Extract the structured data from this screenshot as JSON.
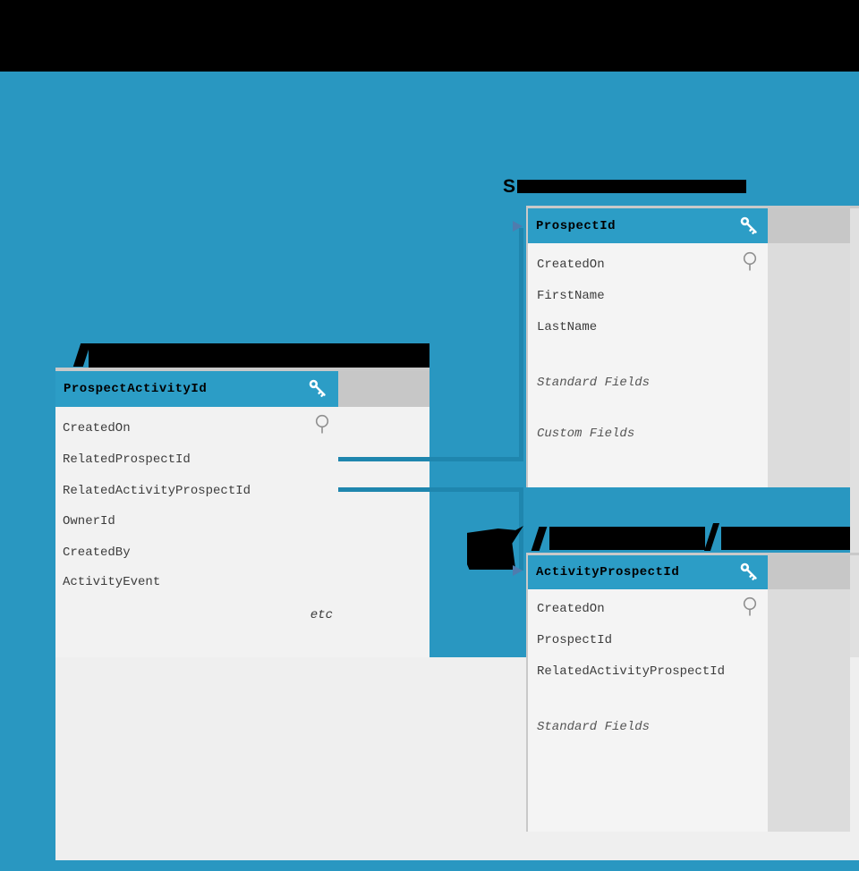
{
  "page": {
    "background_color": "#2997c1",
    "top_bar_color": "#000000",
    "note": "ER-style diagram with three table cards; titles and one label are unreadable solid black (redacted) text"
  },
  "colors": {
    "card_header": "#2c9dc6",
    "card_header_side": "#c7c7c7",
    "card_side_column": "#dcdcdc",
    "card_rows_bg": "#f4f4f4",
    "panel_bg": "#f1f1f1",
    "connector_line": "#1f86ae",
    "arrowhead": "#4f7cae",
    "row_text": "#3c3c3c"
  },
  "tables": {
    "prospect_activity": {
      "header": "ProspectActivityId",
      "has_key_icon": true,
      "rows": [
        "CreatedOn",
        "RelatedProspectId",
        "RelatedActivityProspectId",
        "OwnerId",
        "CreatedBy",
        "ActivityEvent"
      ],
      "first_row_icon": "magnifier-icon",
      "footnote": "etc",
      "title": "(redacted black bar)"
    },
    "prospect": {
      "title_fragment": "S",
      "title": "S(rest redacted black bar)",
      "header": "ProspectId",
      "has_key_icon": true,
      "rows": [
        "CreatedOn",
        "FirstName",
        "LastName"
      ],
      "first_row_icon": "magnifier-icon",
      "group_rows": [
        "Standard Fields",
        "Custom Fields"
      ]
    },
    "activity_prospect": {
      "title": "(redacted black bar with blob icon)",
      "header": "ActivityProspectId",
      "has_key_icon": true,
      "rows": [
        "CreatedOn",
        "ProspectId",
        "RelatedActivityProspectId"
      ],
      "first_row_icon": "magnifier-icon",
      "group_rows": [
        "Standard Fields"
      ]
    }
  },
  "connectors": [
    {
      "from": "ProspectActivity.RelatedProspectId",
      "to": "Prospect.ProspectId",
      "arrow": "right"
    },
    {
      "from": "ProspectActivity.RelatedActivityProspectId",
      "to": "ActivityProspect.ActivityProspectId",
      "arrow": "right"
    }
  ]
}
